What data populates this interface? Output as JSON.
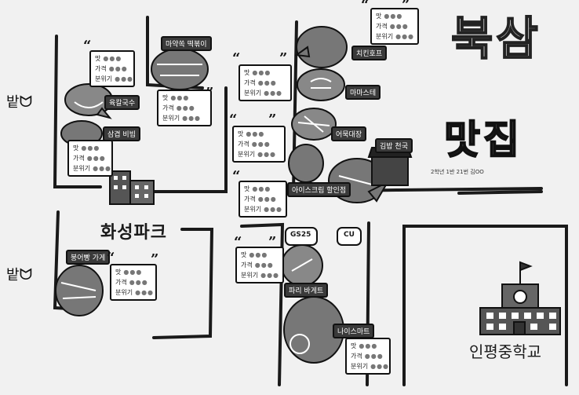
{
  "title": {
    "line1": "북삼",
    "line2": "맛집",
    "credit": "2학년 1반 21번 김OO"
  },
  "areas": {
    "park": "화성파크",
    "school": "인평중학교",
    "field_top": "밭",
    "field_bottom": "밭"
  },
  "stores": {
    "gs25": "GS25",
    "cu": "CU"
  },
  "rating_labels": {
    "taste": "맛",
    "price": "가격",
    "mood": "분위기"
  },
  "rating_dots": "●●●",
  "restaurants": [
    {
      "name": "육칼국수"
    },
    {
      "name": "삼겹 비빔"
    },
    {
      "name": "마약쏙 떡볶이"
    },
    {
      "name": "치킨호프"
    },
    {
      "name": "마마스테"
    },
    {
      "name": "어묵대장"
    },
    {
      "name": "김밥 천국"
    },
    {
      "name": "아이스크림 할인점"
    },
    {
      "name": "붕어빵 가게"
    },
    {
      "name": "파리 바게트"
    },
    {
      "name": "나이스마트"
    }
  ],
  "colors": {
    "paper": "#f1f1f1",
    "road": "#1a1a1a",
    "label_bg": "#3a3a3a"
  }
}
